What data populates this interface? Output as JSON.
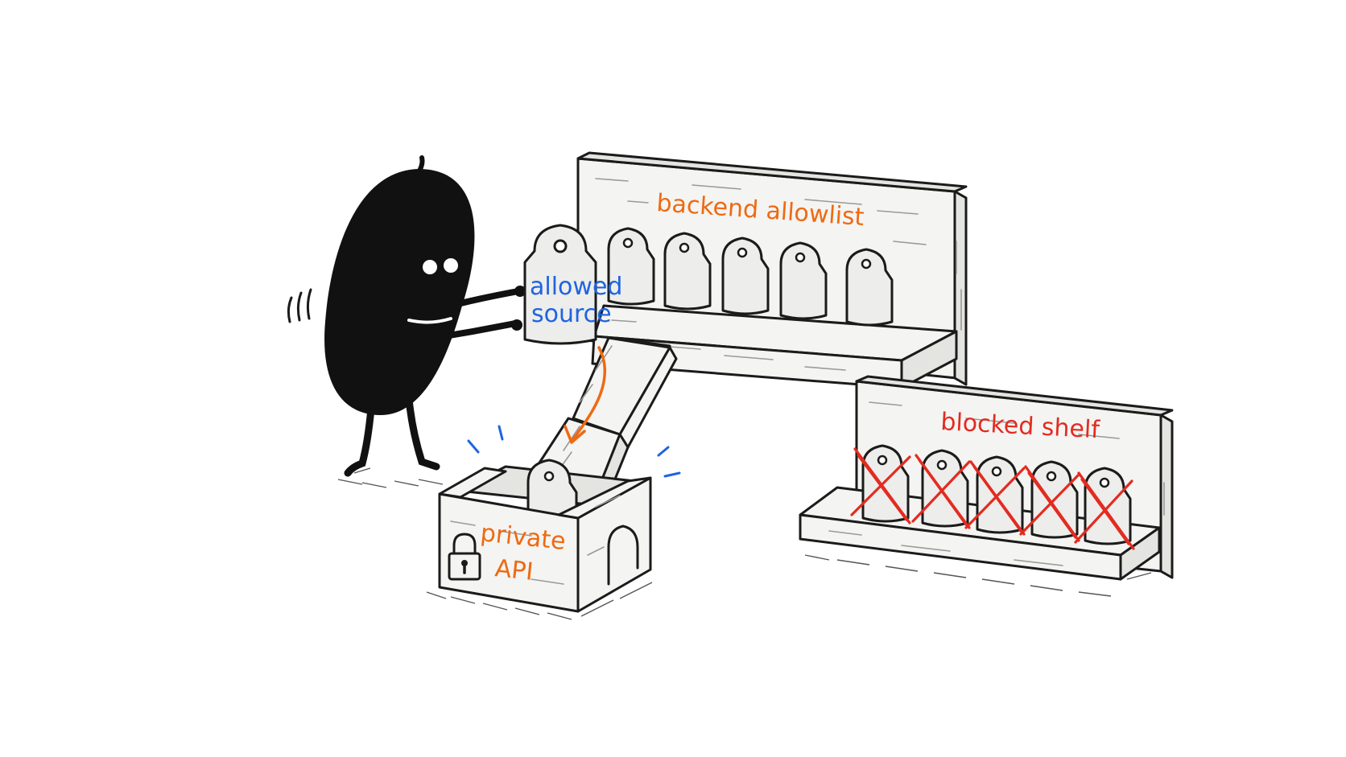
{
  "labels": {
    "allowlist": "backend allowlist",
    "blocked": "blocked shelf",
    "tag": [
      "allowed",
      "source"
    ],
    "api": [
      "private",
      "API"
    ]
  },
  "colors": {
    "orange": "#ee6a12",
    "red": "#e32b20",
    "blue": "#1f64e0",
    "ink": "#1b1b1b"
  },
  "icons": {
    "lock": "padlock-icon",
    "tag": "luggage-tag-icon",
    "blocked_mark": "red-x-mark"
  }
}
